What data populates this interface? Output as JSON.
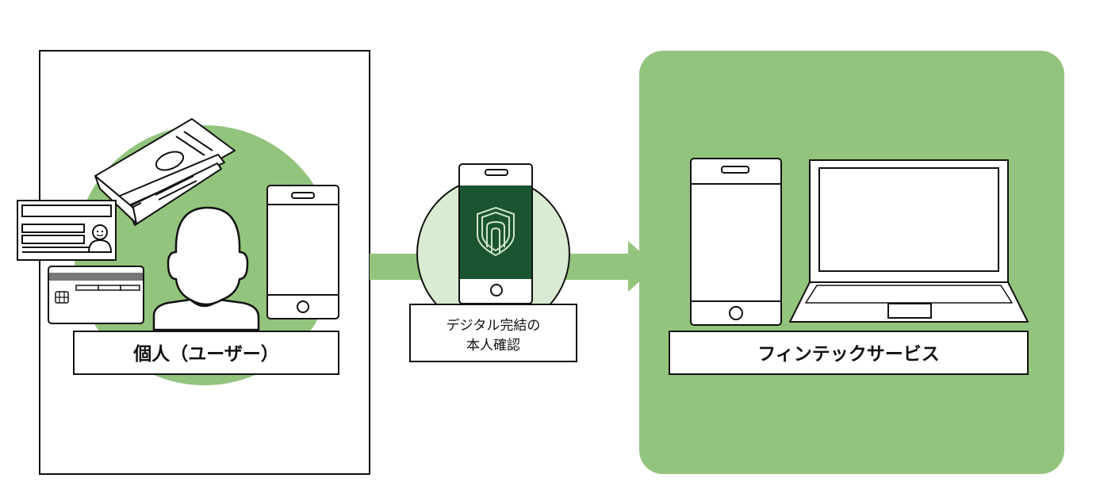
{
  "diagram": {
    "user_label": "個人（ユーザー）",
    "verification_label_line1": "デジタル完結の",
    "verification_label_line2": "本人確認",
    "service_label": "フィンテックサービス"
  },
  "colors": {
    "green": "#92c47d",
    "light_green": "#d9ebd2",
    "dark_green": "#1b5431",
    "stroke": "#111111"
  }
}
